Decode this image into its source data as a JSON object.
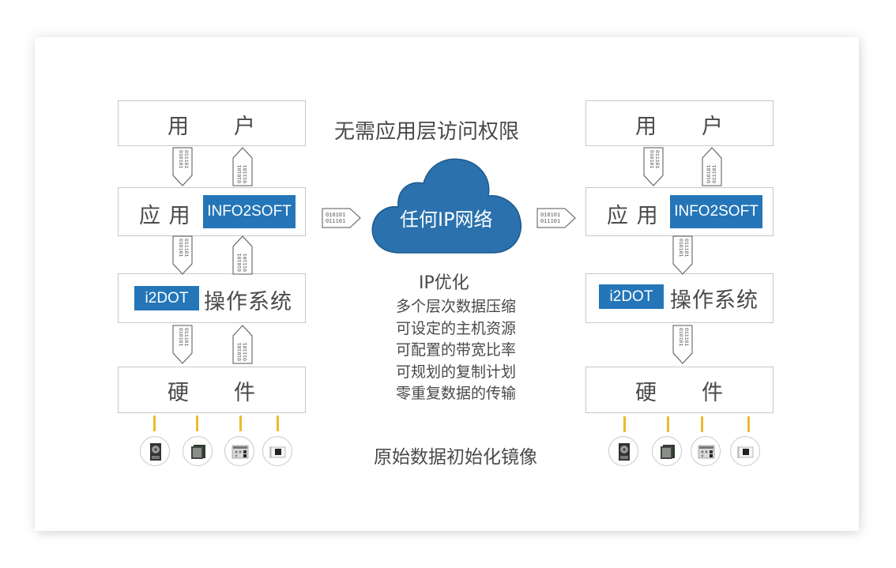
{
  "left_stack": {
    "user": "用　　户",
    "app": "应 用",
    "app_badge": "INFO2SOFT",
    "os_badge": "i2DOT",
    "os": "操作系统",
    "hardware": "硬　　件"
  },
  "right_stack": {
    "user": "用　　户",
    "app": "应 用",
    "app_badge": "INFO2SOFT",
    "os_badge": "i2DOT",
    "os": "操作系统",
    "hardware": "硬　　件"
  },
  "center": {
    "top_title": "无需应用层访问权限",
    "cloud_label": "任何IP网络",
    "ip_title": "IP优化",
    "features": [
      "多个层次数据压缩",
      "可设定的主机资源",
      "可配置的带宽比率",
      "可规划的复制计划",
      "零重复数据的传输"
    ],
    "bottom_title": "原始数据初始化镜像"
  },
  "binary": {
    "line1": "010101",
    "line2": "011101"
  },
  "hardware_icons": [
    "hard-disk-icon",
    "cpu-chip-icon",
    "motherboard-icon",
    "network-card-icon"
  ],
  "colors": {
    "accent_blue": "#2476b8",
    "pin_yellow": "#f0b92c",
    "border_gray": "#c8c8c8"
  }
}
